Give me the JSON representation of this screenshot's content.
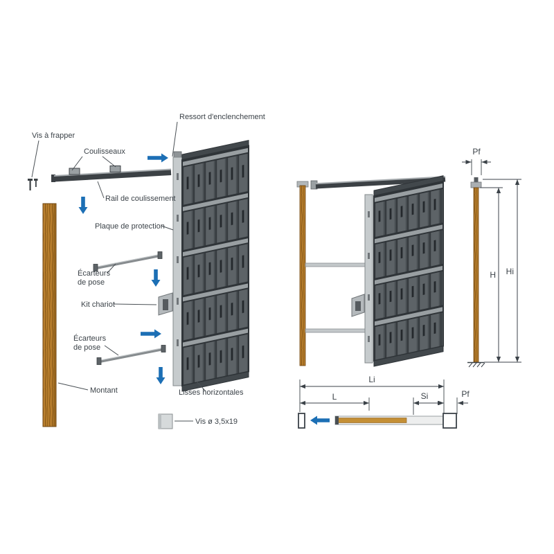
{
  "colors": {
    "background": "#ffffff",
    "arrow_blue": "#1c6fb5",
    "wood": "#b97f2e",
    "wood_grain": "#7a4e12",
    "frame_dark": "#3c4145",
    "frame_mid": "#5d6367",
    "frame_light": "#c6cbcd",
    "line": "#3b4248"
  },
  "exploded_view": {
    "labels": {
      "ressort": "Ressort d'enclenchement",
      "vis_frapper": "Vis à frapper",
      "coulisseaux": "Coulisseaux",
      "rail": "Rail de coulissement",
      "plaque": "Plaque de protection",
      "ecarteurs_top": {
        "line1": "Écarteurs",
        "line2": "de pose"
      },
      "kit_chariot": "Kit chariot",
      "ecarteurs_bottom": {
        "line1": "Écarteurs",
        "line2": "de pose"
      },
      "montant": "Montant",
      "lisses": "Lisses horizontales",
      "vis_diam": "Vis ø 3,5x19"
    }
  },
  "dimension_view": {
    "labels": {
      "pf_top": "Pf",
      "h": "H",
      "hi": "Hi",
      "li": "Li",
      "l": "L",
      "si": "Si",
      "pf_bottom": "Pf"
    }
  }
}
